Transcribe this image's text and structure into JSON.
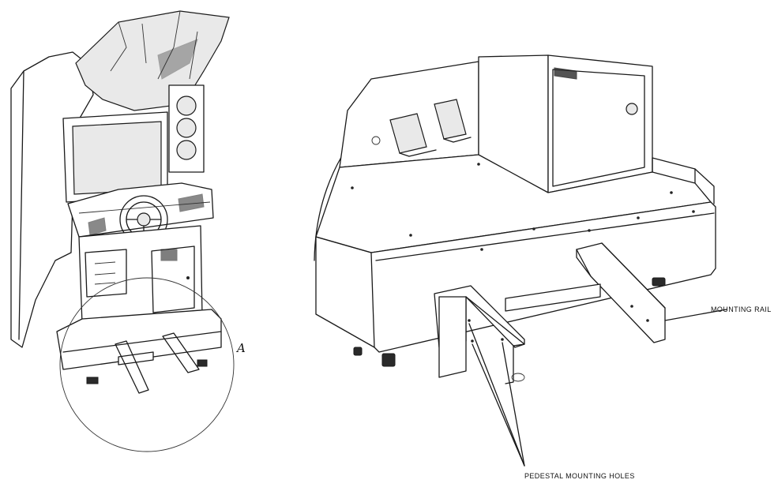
{
  "figure": {
    "detail_marker": "A",
    "labels": {
      "mounting_rail": "MOUNTING RAIL",
      "pedestal_holes": "PEDESTAL MOUNTING HOLES"
    }
  }
}
